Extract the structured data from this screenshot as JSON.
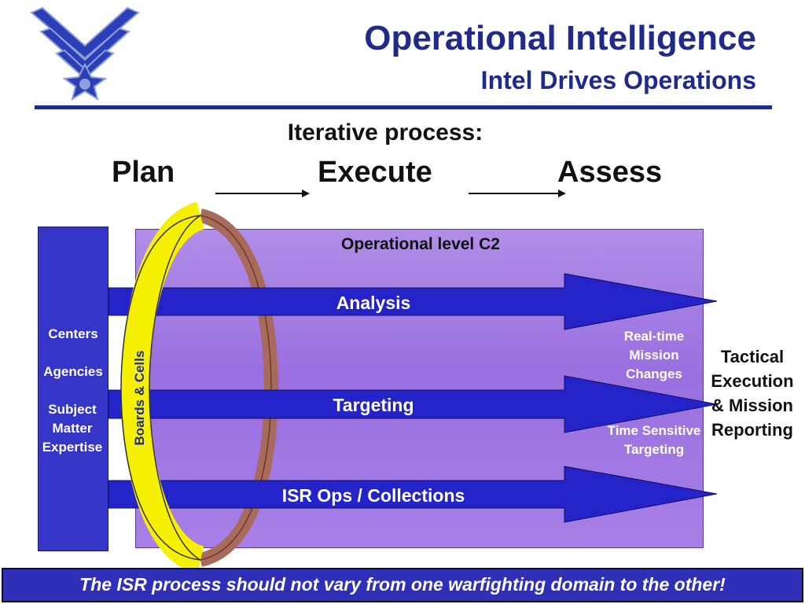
{
  "header": {
    "title": "Operational Intelligence",
    "subtitle": "Intel Drives Operations",
    "brand_color": "#1f2a8c"
  },
  "process": {
    "label": "Iterative process:",
    "steps": [
      "Plan",
      "Execute",
      "Assess"
    ]
  },
  "diagram": {
    "box_label": "Operational level C2",
    "left_labels": [
      "Centers",
      "Agencies",
      "Subject Matter Expertise"
    ],
    "ellipse_label": "Boards & Cells",
    "flows": [
      "Analysis",
      "Targeting",
      "ISR Ops / Collections"
    ],
    "between_labels": [
      "Real-time Mission Changes",
      "Time Sensitive Targeting"
    ],
    "output_label": "Tactical Execution & Mission Reporting",
    "colors": {
      "arrow": "#2323c9",
      "box": "#a17be4",
      "ellipse_front": "#f5f000",
      "ellipse_back": "#a86a5a",
      "left_bar": "#3535c8"
    }
  },
  "footer": {
    "banner_text": "The ISR process should not vary from one warfighting domain to the other!"
  }
}
